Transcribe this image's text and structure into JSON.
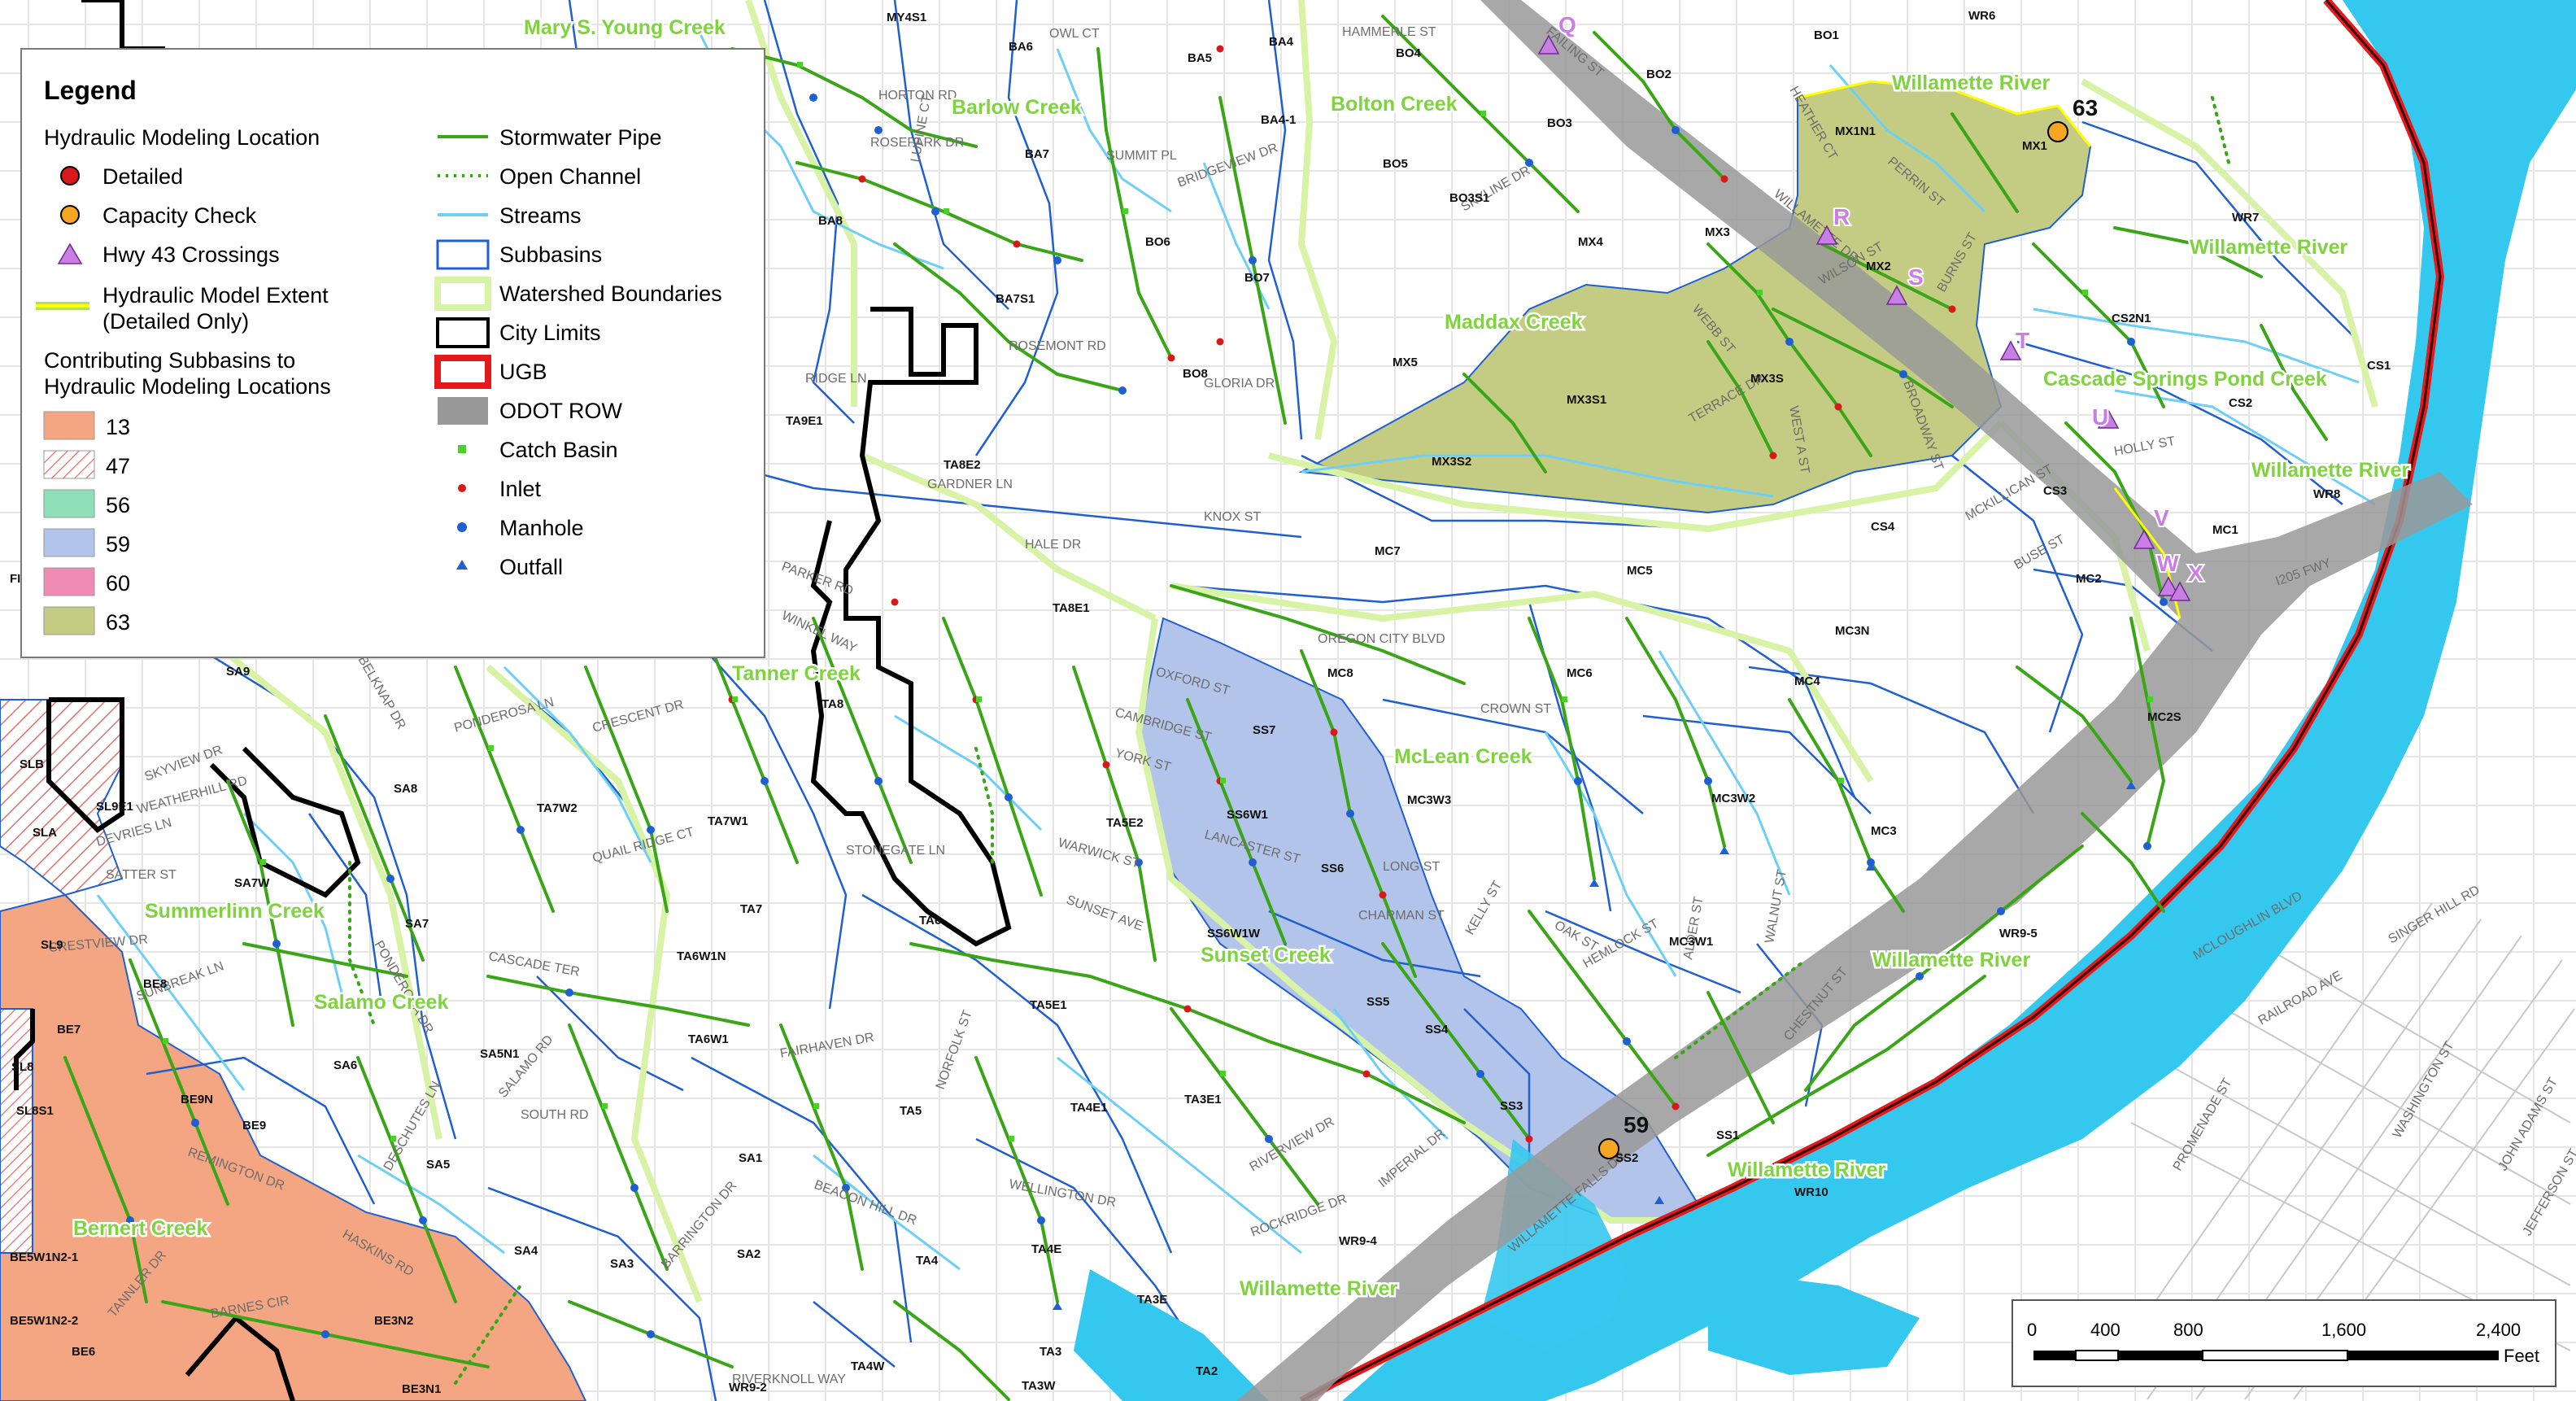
{
  "legend": {
    "title": "Legend",
    "groups": {
      "hml": "Hydraulic Modeling Location",
      "contrib_l1": "Contributing Subbasins to",
      "contrib_l2": "Hydraulic Modeling Locations"
    },
    "items": {
      "detailed": "Detailed",
      "capacity": "Capacity Check",
      "hwy43": "Hwy 43 Crossings",
      "extent_l1": "Hydraulic Model Extent",
      "extent_l2": "(Detailed Only)",
      "storm_pipe": "Stormwater Pipe",
      "open_channel": "Open Channel",
      "streams": "Streams",
      "subbasins": "Subbasins",
      "watershed": "Watershed Boundaries",
      "city_limits": "City Limits",
      "ugb": "UGB",
      "odot": "ODOT ROW",
      "catch_basin": "Catch Basin",
      "inlet": "Inlet",
      "manhole": "Manhole",
      "outfall": "Outfall"
    },
    "subbasin_codes": [
      "13",
      "47",
      "56",
      "59",
      "60",
      "63"
    ],
    "colors": {
      "detailed": "#d7191c",
      "capacity": "#f5a623",
      "hwy43": "#c97ee6",
      "pipe": "#3aa517",
      "stream": "#6ecff6",
      "subbasin": "#1f5fd1",
      "watershed": "#d8f2a6",
      "ugb": "#e41a1c",
      "odot": "#999999",
      "sub13": "#f4a582",
      "sub56": "#8fe0b8",
      "sub59": "#b2c4ea",
      "sub60": "#f08cb4",
      "sub63": "#c3cc82"
    }
  },
  "creeks": {
    "mary": "Mary S. Young Creek",
    "barlow": "Barlow Creek",
    "bolton": "Bolton Creek",
    "willamette": "Willamette River",
    "maddax": "Maddax Creek",
    "cascade": "Cascade Springs Pond Creek",
    "tanner": "Tanner Creek",
    "mclean": "McLean Creek",
    "summerlinn": "Summerlinn Creek",
    "salamo": "Salamo Creek",
    "sunset": "Sunset Creek",
    "bernert": "Bernert Creek"
  },
  "locations": {
    "loc63": "63",
    "loc59": "59"
  },
  "crossings": [
    "Q",
    "R",
    "S",
    "T",
    "U",
    "V",
    "W",
    "X"
  ],
  "subbasins": [
    "MY4S1",
    "BA6",
    "BA4",
    "BA5",
    "BA4-1",
    "BO4",
    "BO5",
    "BO3",
    "BO2",
    "BO1",
    "WR6",
    "MX1N1",
    "MX1",
    "BA7",
    "BA8",
    "BO6",
    "BO3S1",
    "BO7",
    "BO8",
    "BA7S1",
    "MX3",
    "MX4",
    "MX2",
    "MX5",
    "MX3S1",
    "MX3S",
    "MX3S2",
    "CS2N1",
    "WR7",
    "CS1",
    "CS2",
    "CS3",
    "CS4",
    "WR8",
    "MC1",
    "MC2",
    "MC2S",
    "MC3",
    "MC3N",
    "MC4",
    "MC5",
    "MC6",
    "MC7",
    "MC8",
    "MC3W1",
    "MC3W2",
    "MC3W3",
    "SS7",
    "SS6W1",
    "SS6",
    "SS6W1W",
    "SS5",
    "SS4",
    "SS3",
    "SS2",
    "SS1",
    "TA9E1",
    "TA8E2",
    "TA8E1",
    "TA8",
    "TA7W2",
    "TA7W1",
    "TA7",
    "TA6",
    "TA6W1N",
    "TA6W1",
    "TA5E2",
    "TA5E1",
    "TA5",
    "TA4E1",
    "TA4",
    "TA4E",
    "TA3E1",
    "TA3E",
    "TA3",
    "TA3W",
    "TA2",
    "TA4W",
    "WR9-5",
    "WR9-4",
    "WR9-2",
    "WR10",
    "SA9",
    "SA8",
    "SA7W",
    "SA7",
    "SA6",
    "SA5N1",
    "SA5",
    "SA4",
    "SA3",
    "SA2",
    "SA1",
    "SL8",
    "SL8S1",
    "SL9",
    "SL9E1",
    "SLA",
    "SLB",
    "BE8",
    "BE7",
    "BE9N",
    "BE9",
    "BE5W1N2-1",
    "BE5W1N2-2",
    "BE6",
    "BE3N2",
    "BE3N1",
    "FI"
  ],
  "streets": [
    "FAILING ST",
    "HORTON RD",
    "OWL CT",
    "HAMMERLE ST",
    "ROSEPARK DR",
    "LUPINE CT",
    "SUMMIT PL",
    "BRIDGEVIEW DR",
    "SKYLINE DR",
    "WILLAMETTE DR",
    "HEATHER CT",
    "PERRIN ST",
    "ROSEMONT RD",
    "RIDGE LN",
    "GLORIA DR",
    "GARDNER LN",
    "KNOX ST",
    "HALE DR",
    "PARKER RD",
    "WINKEL WAY",
    "OREGON CITY BLVD",
    "CROWN ST",
    "OXFORD ST",
    "CAMBRIDGE ST",
    "YORK ST",
    "LANCASTER ST",
    "LONG ST",
    "WARWICK ST",
    "STONEGATE LN",
    "SUNSET AVE",
    "CHARMAN ST",
    "KELLY ST",
    "OAK ST",
    "HEMLOCK ST",
    "ALDER ST",
    "WALNUT ST",
    "CHESTNUT ST",
    "WEBB ST",
    "WILSON ST",
    "BURNS ST",
    "TERRACE DR",
    "WEST A ST",
    "BROADWAY ST",
    "MCKILLICAN ST",
    "HOLLY ST",
    "BUSE ST",
    "I205 FWY",
    "SKYVIEW DR",
    "WEATHERHILL RD",
    "DEVRIES LN",
    "SATTER ST",
    "CRESTVIEW DR",
    "SUNBREAK LN",
    "PONDEROSA DR",
    "CASCADE TER",
    "QUAIL RIDGE CT",
    "CRESCENT DR",
    "PONDEROSA LN",
    "BELKNAP DR",
    "SOUTH RD",
    "FAIRHAVEN DR",
    "NORFOLK ST",
    "BEACON HILL DR",
    "WELLINGTON DR",
    "RIVERVIEW DR",
    "ROCKRIDGE DR",
    "IMPERIAL DR",
    "WILLAMETTE FALLS DR",
    "RIVERKNOLL WAY",
    "BARNES CIR",
    "HASKINS RD",
    "DESCHUTES LN",
    "MCLOUGHLIN BLVD",
    "RAILROAD AVE",
    "SINGER HILL RD",
    "WASHINGTON ST",
    "JOHN ADAMS ST",
    "JEFFERSON ST",
    "PROMENADE ST",
    "SALAMO RD",
    "BARRINGTON DR",
    "REMINGTON DR",
    "TANNLER DR"
  ],
  "scale": {
    "ticks": [
      "0",
      "400",
      "800",
      "1,600",
      "2,400"
    ],
    "unit": "Feet"
  }
}
